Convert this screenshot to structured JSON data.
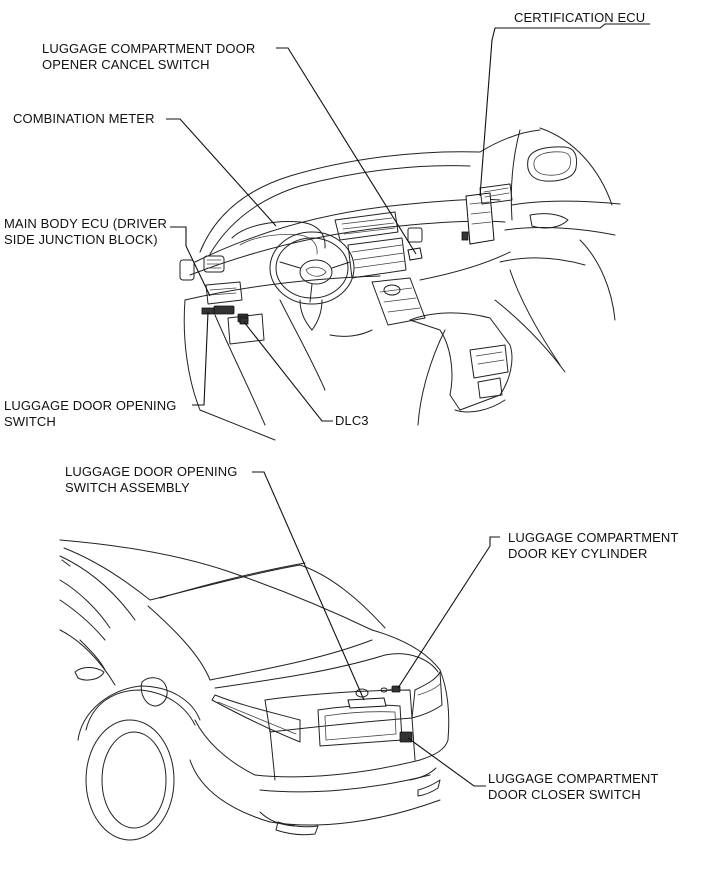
{
  "labels": {
    "certification_ecu": "CERTIFICATION ECU",
    "luggage_cancel_switch_1": "LUGGAGE COMPARTMENT DOOR",
    "luggage_cancel_switch_2": "OPENER CANCEL SWITCH",
    "combination_meter": "COMBINATION METER",
    "main_body_ecu_1": "MAIN BODY ECU (DRIVER",
    "main_body_ecu_2": "SIDE JUNCTION BLOCK)",
    "luggage_door_opening_switch_1": "LUGGAGE DOOR OPENING",
    "luggage_door_opening_switch_2": "SWITCH",
    "dlc3": "DLC3",
    "luggage_door_opening_switch_assembly_1": "LUGGAGE DOOR OPENING",
    "luggage_door_opening_switch_assembly_2": "SWITCH ASSEMBLY",
    "door_key_cylinder_1": "LUGGAGE COMPARTMENT",
    "door_key_cylinder_2": "DOOR KEY CYLINDER",
    "door_closer_switch_1": "LUGGAGE COMPARTMENT",
    "door_closer_switch_2": "DOOR CLOSER SWITCH"
  }
}
